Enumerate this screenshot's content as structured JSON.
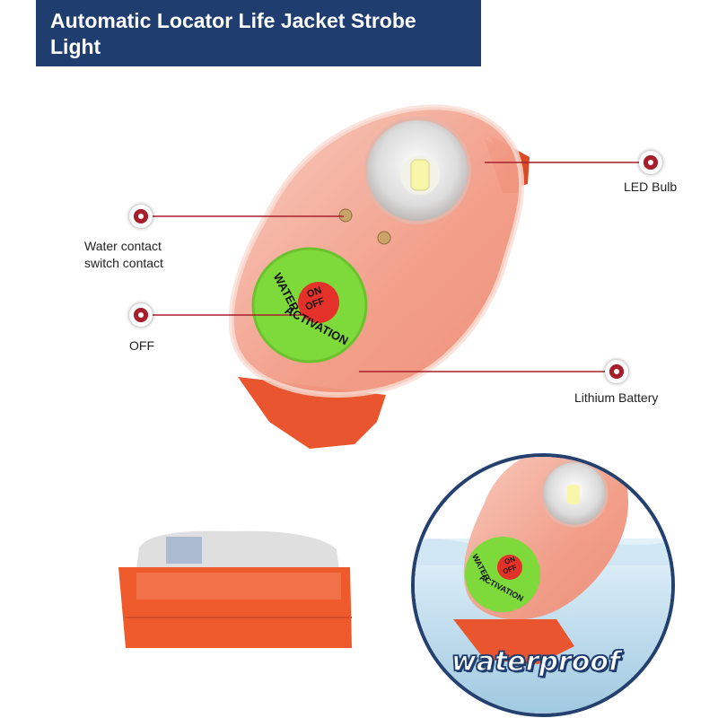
{
  "title": {
    "line1": "Automatic Locator Life Jacket Strobe",
    "line2": "Light"
  },
  "callouts": {
    "led_bulb": "LED Bulb",
    "water_contact_line1": "Water contact",
    "water_contact_line2": "switch contact",
    "off": "OFF",
    "lithium_battery": "Lithium Battery"
  },
  "device_face": {
    "on": "ON",
    "off": "OFF",
    "water": "WATER",
    "activation": "ACTIVATION"
  },
  "badge": "waterproof",
  "colors": {
    "banner": "#1f3d6e",
    "callout_red": "#a81f2b",
    "housing_orange": "#f0603a",
    "button_green": "#7ed93a"
  }
}
